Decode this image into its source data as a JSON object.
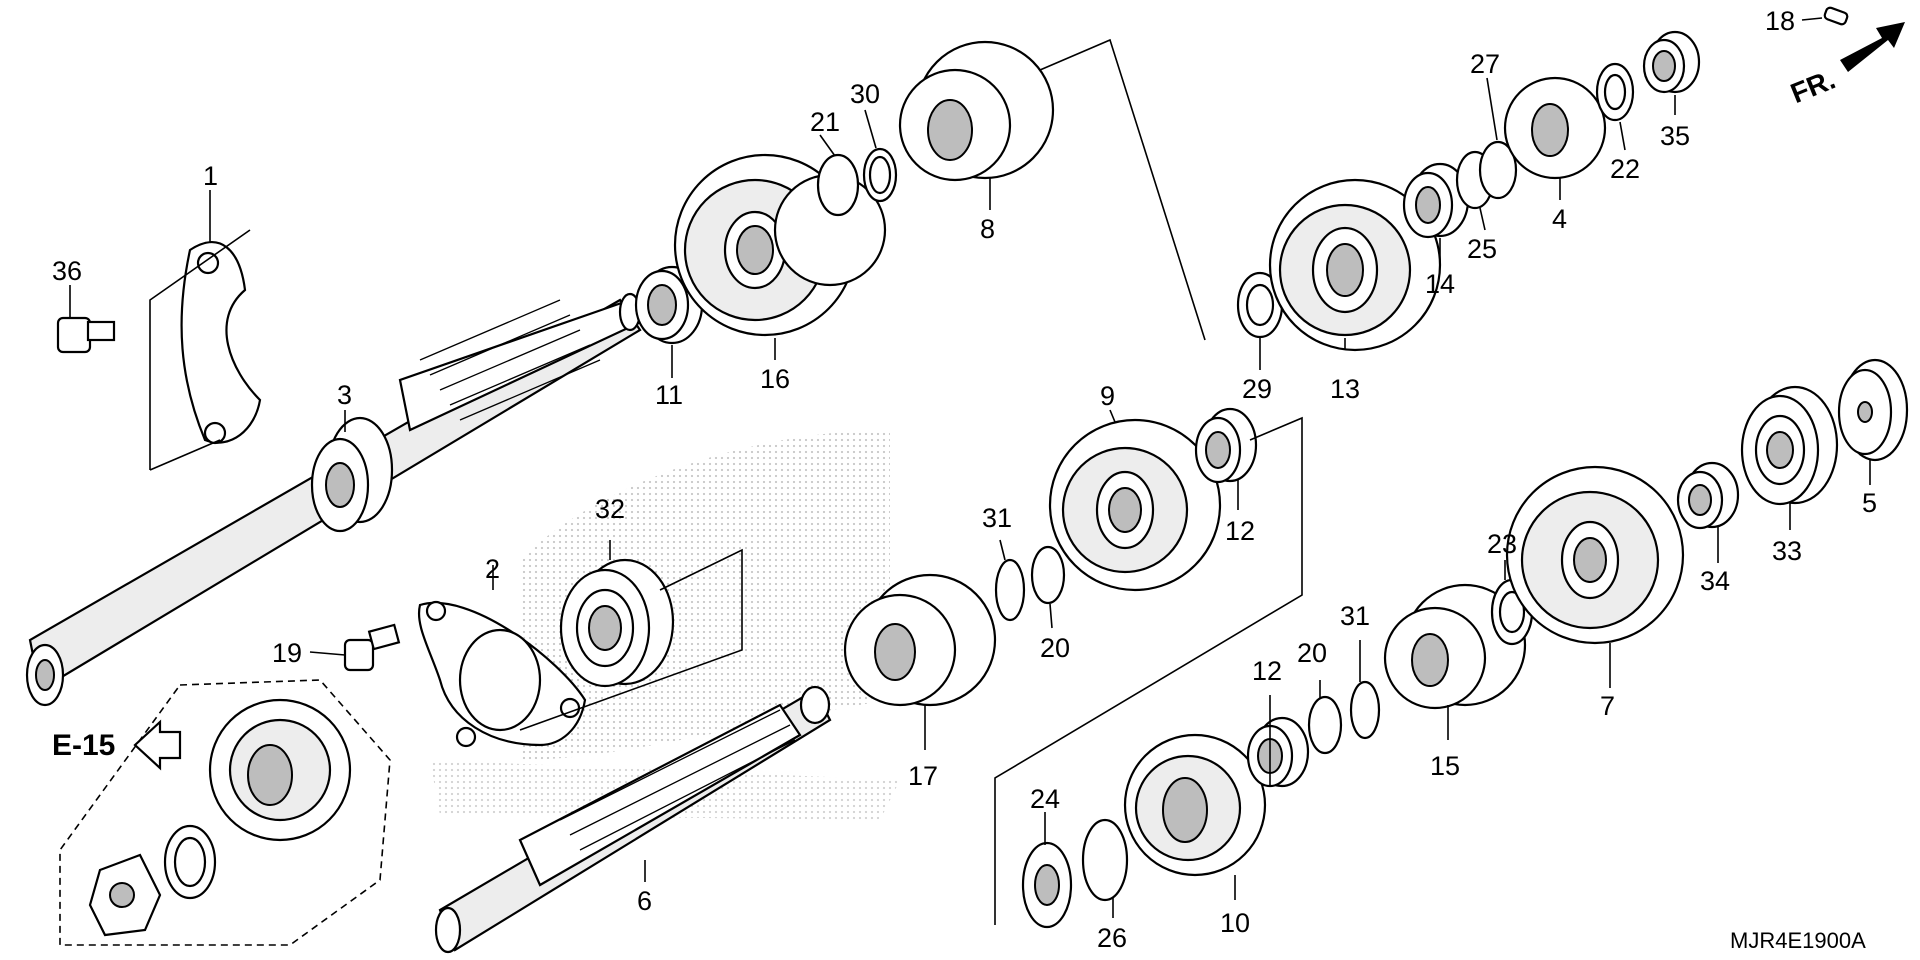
{
  "diagram": {
    "ref_code": "MJR4E1900A",
    "direction_marker": "FR.",
    "section_ref": "E-15",
    "callouts": {
      "c1": "1",
      "c2": "2",
      "c3": "3",
      "c4": "4",
      "c5": "5",
      "c6": "6",
      "c7": "7",
      "c8": "8",
      "c9": "9",
      "c10": "10",
      "c11": "11",
      "c12a": "12",
      "c12b": "12",
      "c13": "13",
      "c14": "14",
      "c15": "15",
      "c16": "16",
      "c17": "17",
      "c18": "18",
      "c19": "19",
      "c20a": "20",
      "c20b": "20",
      "c21": "21",
      "c22": "22",
      "c23": "23",
      "c24": "24",
      "c25": "25",
      "c26": "26",
      "c27": "27",
      "c29": "29",
      "c30": "30",
      "c31a": "31",
      "c31b": "31",
      "c32": "32",
      "c33": "33",
      "c34": "34",
      "c35": "35",
      "c36": "36"
    }
  }
}
